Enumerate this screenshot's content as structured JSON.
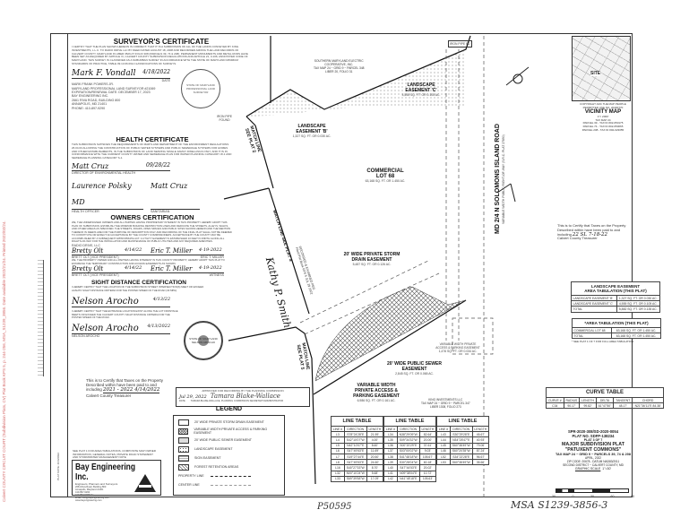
{
  "side_stamp": "Calvert COUNTY CIRCUIT COURT (Subdivision Plats, CV) Plat Book KPS 5, p. 244-256, MSA_S1239_3856. Date available 2022/21/24. Printed 2022/02/24.",
  "surveyor": {
    "title": "SURVEYOR'S CERTIFICATE",
    "body": "I CERTIFY THAT THE PLAN SHOWN HEREON IS CORRECT; THAT IT IS A SUBDIVISION OF ALL OF THE LANDS CONVEYED BY KING INVESTMENTS, L.L.C. TO RADIO DRIVE LLC BY DEED DATED AUGUST 18, 2008 AND RECORDED AMONG THE LAND RECORDS OF CALVERT COUNTY, MARYLAND IN LIBER 3526 AT FOLIO 308 (PARCELS 39, 74 & 208); PERMANENT MONUMENTS AND METAL RODS HAVE BEEN SET AS REQUIRED BY ARTICLE VI, CALVERT COUNTY SUBDIVISION REGULATIONS AND ARTICLE 21, 3-106; ANNOTATED CODE OF MARYLAND. THIS SURVEY IS CLASSIFIED AS A SUBURBAN SURVEY IN ACCORDANCE WITH THE STATE OF MARYLAND MINIMUM STANDARDS OF PRACTICE, TABLE 09.13.06.06A CLASSIFICATIONS OF SURVEYS.",
    "signature": "Mark F. Vondall",
    "date": "4/18/2022",
    "date_label": "DATE",
    "info": [
      "MARK FRANK POWERS JR.",
      "MARYLAND PROFESSIONAL LAND SURVEYOR #21069",
      "EXPIRATION/RENEWAL DATE: DECEMBER 17, 2023",
      "BAY ENGINEERING INC.",
      "2661 RIVA ROAD, BUILDING 800",
      "ANNAPOLIS, MD 21401",
      "PHONE: 410-897-9290"
    ],
    "seal": "STATE OF MARYLAND PROFESSIONAL LAND SURVEYOR"
  },
  "health": {
    "title": "HEALTH CERTIFICATE",
    "body": "THIS SUBDIVISION SATISFIES THE REQUIREMENTS OF MARYLAND DEPARTMENT OF THE ENVIRONMENT REGULATIONS 26.04.03 ALLOWING THE CONSTRUCTION OF PUBLIC WATER SYSTEMS AND PUBLIC SEWERAGE SYSTEMS FOR HOMES AND OTHER ESTABLISHMENTS, IN THE SUBDIVISION OF LAND SERVING SINGLE FAMILY DWELLINGS ONLY, AND IT IS IN CONFORMANCE WITH THE CURRENT COUNTY WATER AND SEWERAGE PLAN FOR WATER PLANNING CATEGORY W-1 AND SEWERAGE PLANNING CATEGORY S-1.",
    "sig1": "Matt Cruz",
    "date1": "09/28/22",
    "label1": "DIRECTOR OF ENVIRONMENTAL HEALTH",
    "date_label": "DATE",
    "sig2": "Laurence Polsky MD",
    "label2": "HEALTH OFFICER",
    "sig3": "Matt Cruz",
    "label3": "SANITARIAN"
  },
  "owners": {
    "title": "OWNERS CERTIFICATION",
    "body": "WE, THE UNDERSIGNED OWNERS AND ALL PARTIES HAVING PROPRIETARY INTEREST IN THIS PROPERTY HEREBY ADOPT THIS PLAN OF SUBDIVISION, ESTABLISH THE MINIMUM BUILDING RESTRICTION LINES AND DEDICATE THE STREETS, ALLEYS, WALKS, AND OTHER AREAS AS SPECIFIED. THE STREETS, ROADS, OPEN SPACES AND PUBLIC SITES SHOWN HEREON AND THE MENTION THEREOF IN DEEDS ARE FOR THE PURPOSE OF DESCRIPTION ONLY AND RECORDING OF THE FINAL PLAT SHALL NOT BE DEEMED TO CONSTITUTE OR EFFECT AN ACCEPTANCE BY THE COUNTY COMMISSIONERS. ACCEPTANCE BY THE COUNTY MAY BE ACCOMPLISHED BY A SUBSEQUENT APPROPRIATE ACT. A UTILITY EASEMENT IS ESTABLISHED 10 FEET IN WIDTH ALONG ALL RIGHTS-OF-WAY FOR THE INSTALLATION AND MAINTENANCE OF PUBLIC UTILITIES AND ANY REQUIRED AMENITIES.",
    "company": "RADIO DRIVE, LLC",
    "sig1": "Bretty Olt",
    "title1": "BRETT OLT (VICE PRESIDENT)",
    "date1": "4/14/22",
    "sig2": "Eric T. Miller",
    "date2": "4-19-2022",
    "name2": "ERIC T. MILLER",
    "body2": "WE, THE PROPERTY OWNER AND ALL PARTIES HAVING INTEREST IN THIS COUNTY PROPERTY, HEREBY ADOPT THIS PLAT TO ESTABLISH THE TEMPORARY CONSTRUCTION AND ACCESS EASEMENTS AS SHOWN.",
    "date3": "4/14/22",
    "date4": "4-19-2022",
    "witness": "WITNESS"
  },
  "sight": {
    "title": "SIGHT DISTANCE CERTIFICATION",
    "body1": "I HEREBY CERTIFY THAT THE LOCATION OF THE SUBDIVISION STREET INTERSECTION(S) MEET OR EXCEED AASHTO SIGHT DISTANCE CRITERIA FOR THE POSTED SPEED OF THE ROAD (30 MPH).",
    "sig1": "Nelson Arocho",
    "date1": "4/13/22",
    "body2": "I HEREBY CERTIFY THAT THE ENTRANCE LOCATION EXIST ALONG THE LOT FRONTAGE MEETS OR EXCEED THE CALVERT COUNTY SIGHT DISTANCE CRITERIA FOR THE POSTED SPEED OF THE ROAD.",
    "sig2": "Nelson Arocho",
    "date2": "4/13/2022",
    "name": "NELSON AROCHO",
    "seal": "STATE OF MARYLAND NELSON AROCHO"
  },
  "taxes_left": {
    "line1": "This is to Certify that Taxes on the Property",
    "line2": "Described within have been paid to and",
    "line3": "including",
    "written": "2021 - 2022  4/14/2022",
    "line4": "Calvert County Treasurer"
  },
  "taxes_right": {
    "line1": "This is to Certify that Taxes on the Property",
    "line2": "Described within have been paid to and",
    "line3": "including",
    "written": "22 SL  7-18-22",
    "line4": "Calvert County Treasurer"
  },
  "approval": {
    "label": "APPROVED FOR RECORDING BY THE PLANNING COMMISSION",
    "date": "Jul 29, 2022",
    "date_label": "DATE",
    "signature": "Tamara Blake-Wallace",
    "name": "TAMARA BLAKE-WALLACE, PLANNING COMMISSION SECRETARY/ADMINISTRATOR"
  },
  "recording_stamp": "RECORDED & EXAMINED PER. Filed Plat Book KPS 5 JUL 29 2022",
  "recording_sig": "Kathy P. Smith",
  "notes": "SEE PLAT 1 FOR AREA TABULATIONS, COMPOSITE MAP OWNER INFORMATION, GENERAL NOTES, PRIVATE ROAD STATEMENT AND STORMWATER MANAGEMENT NOTE",
  "company": {
    "name": "Bay Engineering Inc.",
    "tag": "Engineers, Planners and Surveyors",
    "lines": [
      "2661 Riva Road, Building 800",
      "Annapolis, Maryland 21401",
      "410-897-9290",
      "410-897-9295 fax",
      "email: info@bayengineering.com",
      "www.bayengineering.com"
    ]
  },
  "plat_date": "PLAT DATE: 4/14/2022",
  "legend": {
    "title": "LEGEND",
    "items": [
      {
        "label": "20' WIDE PRIVATE STORM DRAIN EASEMENT",
        "pattern": "plain"
      },
      {
        "label": "VARIABLE WIDTH PRIVATE ACCESS & PARKING EASEMENT",
        "pattern": "crosshatch"
      },
      {
        "label": "20' WIDE PUBLIC SEWER EASEMENT",
        "pattern": "dots"
      },
      {
        "label": "LANDSCAPE EASEMENT",
        "pattern": "stipple"
      },
      {
        "label": "SIGN EASEMENT",
        "pattern": "lines"
      },
      {
        "label": "FOREST RETENTION AREAS",
        "pattern": "diagonal"
      }
    ],
    "property_line": "PROPERTY LINE",
    "center_line": "CENTER LINE"
  },
  "line_tables": [
    {
      "title": "LINE TABLE",
      "headers": [
        "LINE #",
        "DIRECTION",
        "LENGTH"
      ],
      "rows": [
        [
          "L3",
          "S78°24'28\"E",
          "21.59'"
        ],
        [
          "L4",
          "S42°10'07\"W",
          "4.00'"
        ],
        [
          "L5",
          "N42°10'07\"E",
          "8.60'"
        ],
        [
          "L6",
          "S47°49'53\"E",
          "11.69'"
        ],
        [
          "L7",
          "S19°27'44\"E",
          "20.60'"
        ],
        [
          "L8",
          "S47°49'53\"E",
          "24.60'"
        ],
        [
          "L16",
          "S40°27'33\"W",
          "8.70'"
        ],
        [
          "L32",
          "N00°10'24\"W",
          "5.68'"
        ],
        [
          "L33",
          "S69°39'58\"W",
          "17.09'"
        ]
      ]
    },
    {
      "title": "LINE TABLE",
      "headers": [
        "LINE #",
        "DIRECTION",
        "LENGTH"
      ],
      "rows": [
        [
          "L34",
          "N38°29'09\"W",
          "82.64'"
        ],
        [
          "L35",
          "S09°34'32\"W",
          "20.00'"
        ],
        [
          "L36",
          "S00°20'29\"E",
          "37.61'"
        ],
        [
          "L37",
          "S03°00'02\"W",
          "9.03'"
        ],
        [
          "L38",
          "S41°48'18\"W",
          "105.67'"
        ],
        [
          "L39",
          "S30°28'04\"W",
          "60.18'"
        ],
        [
          "L40",
          "S47°44'53\"E",
          "20.02'"
        ],
        [
          "L41",
          "N09°38'04\"E",
          "10.72'"
        ],
        [
          "L42",
          "N41°48'18\"E",
          "105.63'"
        ]
      ]
    },
    {
      "title": "LINE TABLE",
      "headers": [
        "LINE #",
        "DIRECTION",
        "LENGTH"
      ],
      "rows": [
        [
          "L43",
          "S30°29'28\"E",
          "45.67'"
        ],
        [
          "L44",
          "N34°28'47\"E",
          "40.93'"
        ],
        [
          "L45",
          "S60°38'49\"W",
          "79.06'"
        ],
        [
          "L46",
          "S60°20'35\"W",
          "87.24'"
        ],
        [
          "L52",
          "S34°22'28\"E",
          "96.67'"
        ],
        [
          "L53",
          "S60°38'49\"W",
          "35.66'"
        ]
      ]
    }
  ],
  "curve_table": {
    "title": "CURVE TABLE",
    "headers": [
      "CURVE #",
      "RADIUS",
      "LENGTH",
      "DELTA",
      "TANGENT",
      "CHORD"
    ],
    "rows": [
      [
        "C34",
        "90.17'",
        "99.82'",
        "61°47'50\"",
        "48.17'",
        "N21°36'11\"E 84.38'"
      ]
    ]
  },
  "landscape_tab": {
    "title1": "LANDSCAPE EASEMENT",
    "title2": "AREA TABULATION (THIS PLAT)",
    "rows": [
      [
        "LANDSCAPE EASEMENT 'B'",
        "1,327 SQ. FT. OR 0.030 AC."
      ],
      [
        "LANDSCAPE EASEMENT 'C'",
        "4,555 SQ. FT. OR 0.105 AC."
      ],
      [
        "TOTAL",
        "5,882 SQ. FT. OR 0.135 AC."
      ]
    ]
  },
  "area_tab": {
    "title": "*AREA TABULATION (THIS PLAT)",
    "rows": [
      [
        "COMMERCIAL LOT 68",
        "63,168 SQ. FT. OR 1.450 AC."
      ],
      [
        "TOTAL",
        "63,168 SQ. FT. OR 1.450 AC."
      ]
    ],
    "note": "* SEE PLAT 1 OF 7 FOR FULL AREA TABULATION"
  },
  "vicinity": {
    "site": "SITE",
    "copyright": "COPYRIGHT ADC THE MAP PEOPLE",
    "permit": "PERMITTED USE NO. 20400770",
    "title": "VICINITY MAP",
    "scale": "1\"= 2000'",
    "tax_map": "TAX MAP 24",
    "parcels": [
      "PARCEL 39 - TAX ID #02-050175",
      "PARCEL 74 - TAX ID #02-050065",
      "PARCEL 208 - TAX ID #02-023055"
    ]
  },
  "title_block": {
    "case": "SPR-2020-308/SD-2020-0054",
    "plat_no": "PLAT NO. SDFP-138234",
    "sheet": "PLAT 3 OF 7",
    "type": "MAJOR SUBDIVISION PLAT",
    "name": "\"PATUXENT COMMONS\"",
    "tax": "TAX MAP 24 ~ GRID 9 ~ PARCELS 39, 74 & 208",
    "date": "APRIL, 2022",
    "zip": "ZIP CODE: 20678 - DATUM NAD83/2011",
    "district": "SECOND DISTRICT ~ CALVERT COUNTY, MD",
    "scale_label": "GRAPHIC SCALE",
    "scale": "1\"=30'",
    "ticks": [
      "30",
      "0",
      "30",
      "60",
      "90"
    ]
  },
  "plat": {
    "lot": "COMMERCIAL",
    "lot_no": "LOT 68",
    "lot_area": "63,168 SQ. FT. OR 1.450 AC.",
    "smeco": [
      "SOUTHERN MARYLAND ELECTRIC",
      "COOPERATIVE, INC.",
      "TAX MAP 24 ~ GRID 9 ~ PARCEL 348",
      "LIBER 20, FOLIO 31"
    ],
    "king": [
      "KING INVESTMENTS LLC",
      "TAX MAP 24 ~ GRID 9 ~ PARCEL 347",
      "LIBER 1308, FOLIO 273"
    ],
    "le_b": "LANDSCAPE EASEMENT 'B'",
    "le_b_area": "1,327 SQ. FT. OR 0.030 AC.",
    "le_c": "LANDSCAPE EASEMENT 'C'",
    "le_c_area": "4,555 SQ. FT. OR 0.105 AC.",
    "storm": "20' WIDE PRIVATE STORM DRAIN EASEMENT",
    "storm_area": "5,487 SQ. FT. OR 0.126 AC.",
    "sewer": "20' WIDE PUBLIC SEWER EASEMENT",
    "sewer_area": "2,845 SQ. FT. OR 0.065 AC.",
    "access": "VARIABLE WIDTH PRIVATE ACCESS & PARKING EASEMENT",
    "access_area": "6,986 SQ. FT. OR 0.161 AC.",
    "access2": "VARIABLE WIDTH PRIVATE ACCESS & PARKING EASEMENT",
    "access2_area": "1,476 SQ. FT. OR 0.034 AC.",
    "road": "MD 2/4 N SOLOMONS ISLAND ROAD",
    "road_sub": "VARIABLE WIDTH PUBLIC RIGHT-OF-WAY (S.R.C. PLAT 27890)",
    "match2": "MATCH LINE SEE PLAT 2",
    "match4": "MATCH LINE SEE PLAT 4",
    "match5": "MATCH LINE SEE PLAT 5",
    "iron_pipe": "IRON PIPE FOUND",
    "iron_pipe_fd": "IRON PIPE FD"
  },
  "footer_left": "P50595",
  "footer_right": "MSA S1239-3856-3"
}
